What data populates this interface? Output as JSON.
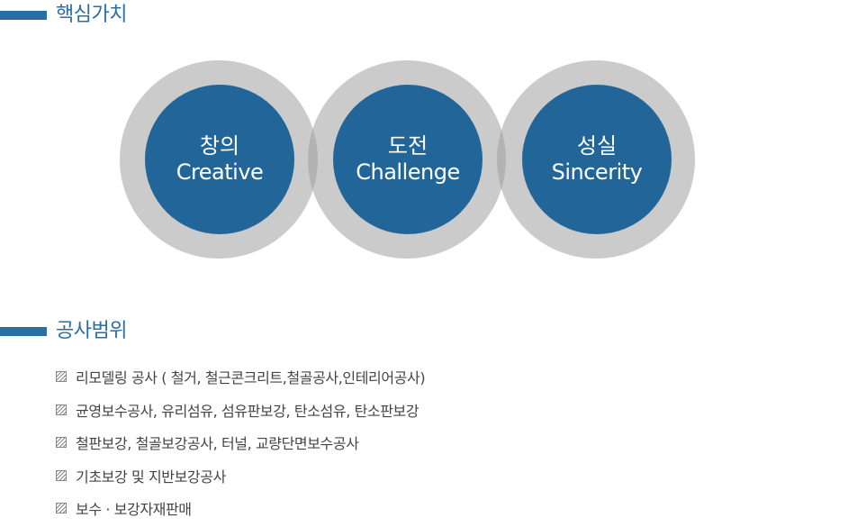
{
  "core_values": {
    "title": "핵심가치",
    "items": [
      {
        "ko": "창의",
        "en": "Creative"
      },
      {
        "ko": "도전",
        "en": "Challenge"
      },
      {
        "ko": "성실",
        "en": "Sincerity"
      }
    ]
  },
  "business_scope": {
    "title": "공사범위",
    "items": [
      "리모델링 공사 ( 철거, 철근콘크리트,철골공사,인테리어공사)",
      "균영보수공사, 유리섬유, 섬유판보강, 탄소섬유, 탄소판보강",
      "철판보강, 철골보강공사, 터널, 교량단면보수공사",
      "기초보강 및 지반보강공사",
      "보수 · 보강자재판매"
    ]
  },
  "colors": {
    "accent": "#2a6fa4",
    "circle_core": "#226699",
    "circle_ring": "#c8c8c8",
    "text": "#444444"
  },
  "icons": {
    "section_marker": "bar-icon",
    "list_bullet": "hatched-square-icon"
  }
}
